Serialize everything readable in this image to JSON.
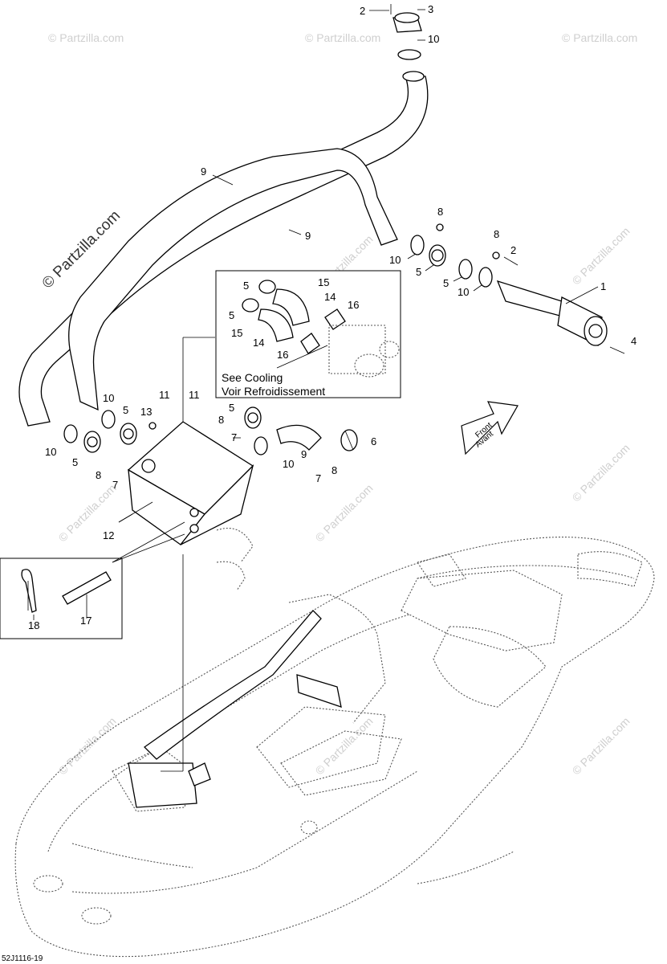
{
  "watermark": {
    "main": "© Partzilla.com",
    "tile": "© Partzilla.com"
  },
  "note": {
    "line1": "See Cooling",
    "line2": "Voir Refroidissement"
  },
  "front_arrow": {
    "line1": "Front",
    "line2": "Avant"
  },
  "drawing_code": "52J1116-19",
  "callouts": [
    "1",
    "2",
    "3",
    "4",
    "5",
    "6",
    "7",
    "8",
    "9",
    "10",
    "11",
    "12",
    "13",
    "14",
    "15",
    "16",
    "17",
    "18"
  ]
}
